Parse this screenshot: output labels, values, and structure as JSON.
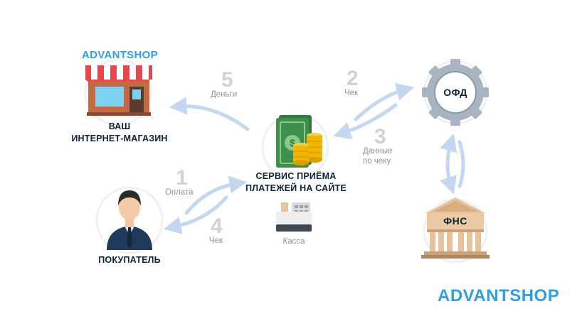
{
  "brand": {
    "top_label": "ADVANTSHOP",
    "bottom_label": "ADVANTSHOP",
    "color": "#2f9fe2"
  },
  "nodes": {
    "shop": {
      "label_line1": "ВАШ",
      "label_line2": "ИНТЕРНЕТ-МАГАЗИН",
      "icon": "storefront-icon"
    },
    "service": {
      "label_line1": "СЕРВИС ПРИЁМА",
      "label_line2": "ПЛАТЕЖЕЙ НА САЙТЕ",
      "icon": "money-coins-icon"
    },
    "kassa": {
      "label": "Касса",
      "icon": "cash-register-icon"
    },
    "ofd": {
      "label": "ОФД",
      "icon": "gear-icon"
    },
    "fns": {
      "label": "ФНС",
      "icon": "government-building-icon"
    },
    "buyer": {
      "label": "ПОКУПАТЕЛЬ",
      "icon": "businessman-icon"
    }
  },
  "steps": [
    {
      "number": "1",
      "text": "Оплата"
    },
    {
      "number": "2",
      "text": "Чек"
    },
    {
      "number": "3",
      "text_line1": "Данные",
      "text_line2": "по чеку"
    },
    {
      "number": "4",
      "text": "Чек"
    },
    {
      "number": "5",
      "text": "Деньги"
    }
  ],
  "colors": {
    "arrow": "#c3d8ee",
    "circle_ring": "#eef0f2",
    "node_text": "#0e2235",
    "step_number": "#cfd3d6",
    "step_text": "#8d9499",
    "gear": "#a8b5c1",
    "money_green": "#3f8f4c",
    "coin_gold": "#f2b705",
    "awning_red": "#e8454d",
    "building_beige": "#e7c29a"
  }
}
